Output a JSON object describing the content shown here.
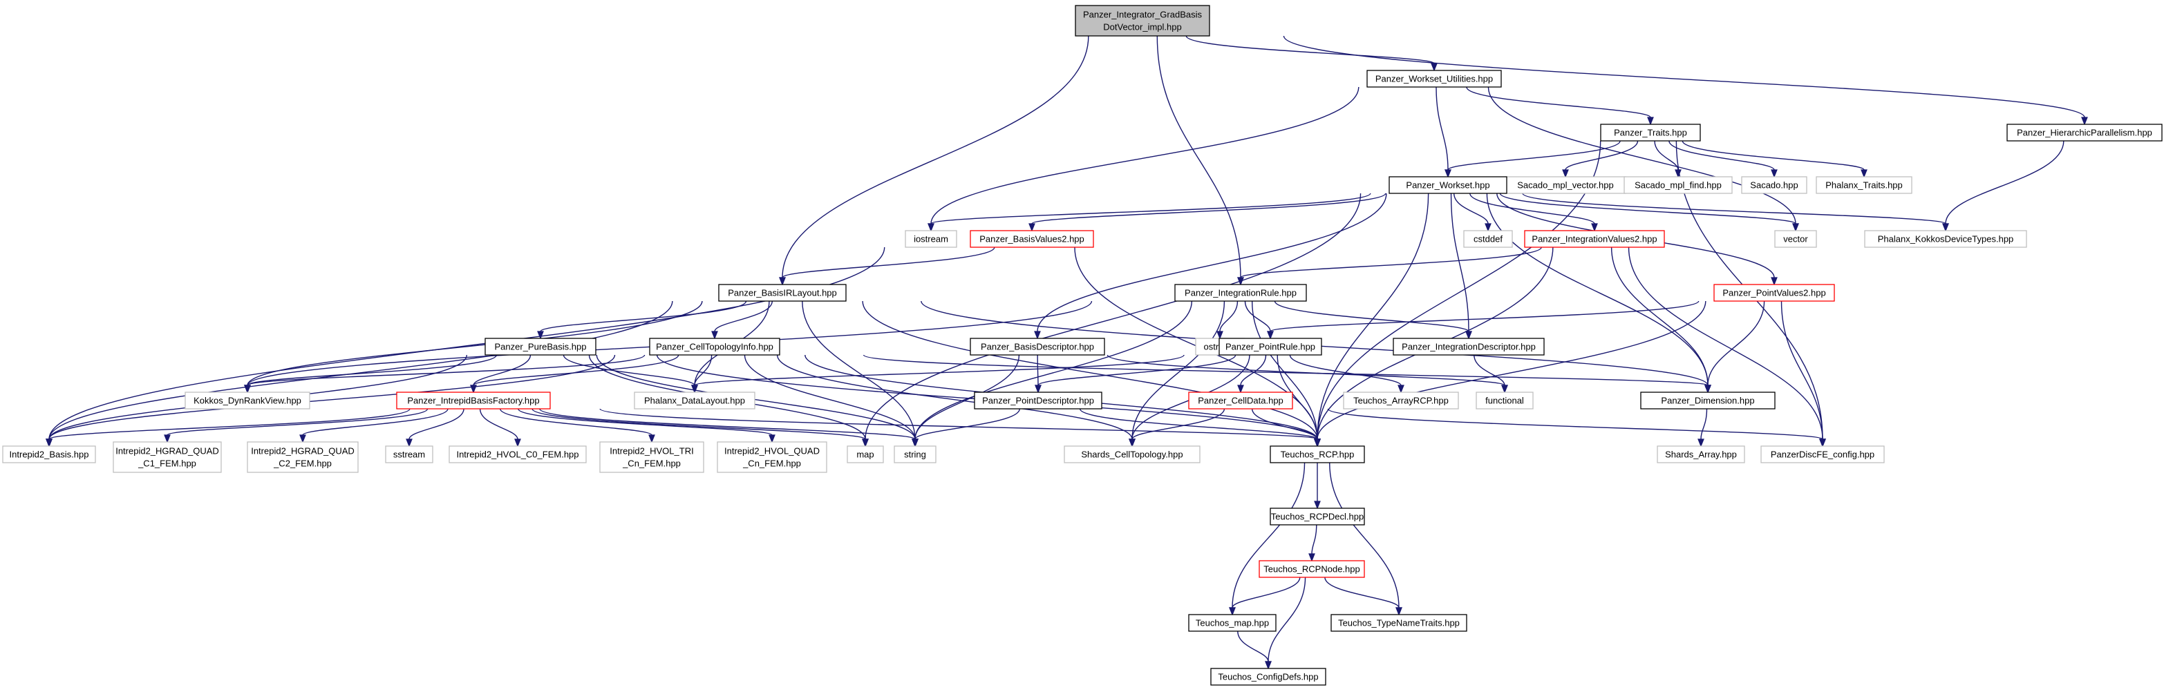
{
  "colors": {
    "edge": "#191970",
    "normal_border": "#000000",
    "external_border": "#bfbfbf",
    "missing_border": "#ff0000",
    "root_fill": "#bfbfbf",
    "node_fill": "#ffffff",
    "text": "#000000"
  },
  "nodes": [
    {
      "id": "root",
      "lines": [
        "Panzer_Integrator_GradBasis",
        "DotVector_impl.hpp"
      ],
      "kind": "root"
    },
    {
      "id": "wu",
      "lines": [
        "Panzer_Workset_Utilities.hpp"
      ],
      "kind": "normal"
    },
    {
      "id": "hp",
      "lines": [
        "Panzer_HierarchicParallelism.hpp"
      ],
      "kind": "normal"
    },
    {
      "id": "traits",
      "lines": [
        "Panzer_Traits.hpp"
      ],
      "kind": "normal"
    },
    {
      "id": "smv",
      "lines": [
        "Sacado_mpl_vector.hpp"
      ],
      "kind": "external"
    },
    {
      "id": "smf",
      "lines": [
        "Sacado_mpl_find.hpp"
      ],
      "kind": "external"
    },
    {
      "id": "sacado",
      "lines": [
        "Sacado.hpp"
      ],
      "kind": "external"
    },
    {
      "id": "phtraits",
      "lines": [
        "Phalanx_Traits.hpp"
      ],
      "kind": "external"
    },
    {
      "id": "workset",
      "lines": [
        "Panzer_Workset.hpp"
      ],
      "kind": "normal"
    },
    {
      "id": "iostream",
      "lines": [
        "iostream"
      ],
      "kind": "external"
    },
    {
      "id": "bv2",
      "lines": [
        "Panzer_BasisValues2.hpp"
      ],
      "kind": "missing"
    },
    {
      "id": "cstddef",
      "lines": [
        "cstddef"
      ],
      "kind": "external"
    },
    {
      "id": "iv2",
      "lines": [
        "Panzer_IntegrationValues2.hpp"
      ],
      "kind": "missing"
    },
    {
      "id": "vector",
      "lines": [
        "vector"
      ],
      "kind": "external"
    },
    {
      "id": "pkdt",
      "lines": [
        "Phalanx_KokkosDeviceTypes.hpp"
      ],
      "kind": "external"
    },
    {
      "id": "birl",
      "lines": [
        "Panzer_BasisIRLayout.hpp"
      ],
      "kind": "normal"
    },
    {
      "id": "ir",
      "lines": [
        "Panzer_IntegrationRule.hpp"
      ],
      "kind": "normal"
    },
    {
      "id": "pv2",
      "lines": [
        "Panzer_PointValues2.hpp"
      ],
      "kind": "missing"
    },
    {
      "id": "pb",
      "lines": [
        "Panzer_PureBasis.hpp"
      ],
      "kind": "normal"
    },
    {
      "id": "cti",
      "lines": [
        "Panzer_CellTopologyInfo.hpp"
      ],
      "kind": "normal"
    },
    {
      "id": "bd",
      "lines": [
        "Panzer_BasisDescriptor.hpp"
      ],
      "kind": "normal"
    },
    {
      "id": "ostream",
      "lines": [
        "ostream"
      ],
      "kind": "external"
    },
    {
      "id": "pr",
      "lines": [
        "Panzer_PointRule.hpp"
      ],
      "kind": "normal"
    },
    {
      "id": "id",
      "lines": [
        "Panzer_IntegrationDescriptor.hpp"
      ],
      "kind": "normal"
    },
    {
      "id": "kdrv",
      "lines": [
        "Kokkos_DynRankView.hpp"
      ],
      "kind": "external"
    },
    {
      "id": "ibf",
      "lines": [
        "Panzer_IntrepidBasisFactory.hpp"
      ],
      "kind": "missing"
    },
    {
      "id": "pdl",
      "lines": [
        "Phalanx_DataLayout.hpp"
      ],
      "kind": "external"
    },
    {
      "id": "pd",
      "lines": [
        "Panzer_PointDescriptor.hpp"
      ],
      "kind": "normal"
    },
    {
      "id": "cd",
      "lines": [
        "Panzer_CellData.hpp"
      ],
      "kind": "missing"
    },
    {
      "id": "tarcp",
      "lines": [
        "Teuchos_ArrayRCP.hpp"
      ],
      "kind": "external"
    },
    {
      "id": "functional",
      "lines": [
        "functional"
      ],
      "kind": "external"
    },
    {
      "id": "dim",
      "lines": [
        "Panzer_Dimension.hpp"
      ],
      "kind": "normal"
    },
    {
      "id": "i2b",
      "lines": [
        "Intrepid2_Basis.hpp"
      ],
      "kind": "external"
    },
    {
      "id": "hq1",
      "lines": [
        "Intrepid2_HGRAD_QUAD",
        "_C1_FEM.hpp"
      ],
      "kind": "external"
    },
    {
      "id": "hq2",
      "lines": [
        "Intrepid2_HGRAD_QUAD",
        "_C2_FEM.hpp"
      ],
      "kind": "external"
    },
    {
      "id": "sstream",
      "lines": [
        "sstream"
      ],
      "kind": "external"
    },
    {
      "id": "hvc0",
      "lines": [
        "Intrepid2_HVOL_C0_FEM.hpp"
      ],
      "kind": "external"
    },
    {
      "id": "hvtri",
      "lines": [
        "Intrepid2_HVOL_TRI",
        "_Cn_FEM.hpp"
      ],
      "kind": "external"
    },
    {
      "id": "hvquad",
      "lines": [
        "Intrepid2_HVOL_QUAD",
        "_Cn_FEM.hpp"
      ],
      "kind": "external"
    },
    {
      "id": "map",
      "lines": [
        "map"
      ],
      "kind": "external"
    },
    {
      "id": "string",
      "lines": [
        "string"
      ],
      "kind": "external"
    },
    {
      "id": "sct",
      "lines": [
        "Shards_CellTopology.hpp"
      ],
      "kind": "external"
    },
    {
      "id": "trcp",
      "lines": [
        "Teuchos_RCP.hpp"
      ],
      "kind": "normal"
    },
    {
      "id": "sa",
      "lines": [
        "Shards_Array.hpp"
      ],
      "kind": "external"
    },
    {
      "id": "pdfe",
      "lines": [
        "PanzerDiscFE_config.hpp"
      ],
      "kind": "external"
    },
    {
      "id": "trcpdecl",
      "lines": [
        "Teuchos_RCPDecl.hpp"
      ],
      "kind": "normal"
    },
    {
      "id": "trcpnode",
      "lines": [
        "Teuchos_RCPNode.hpp"
      ],
      "kind": "missing"
    },
    {
      "id": "tmap",
      "lines": [
        "Teuchos_map.hpp"
      ],
      "kind": "normal"
    },
    {
      "id": "ttnt",
      "lines": [
        "Teuchos_TypeNameTraits.hpp"
      ],
      "kind": "normal"
    },
    {
      "id": "tcd",
      "lines": [
        "Teuchos_ConfigDefs.hpp"
      ],
      "kind": "normal"
    }
  ],
  "edges": [
    [
      "root",
      "wu"
    ],
    [
      "root",
      "hp"
    ],
    [
      "root",
      "birl"
    ],
    [
      "root",
      "ir"
    ],
    [
      "wu",
      "traits"
    ],
    [
      "wu",
      "workset"
    ],
    [
      "wu",
      "iostream"
    ],
    [
      "wu",
      "vector"
    ],
    [
      "hp",
      "pkdt"
    ],
    [
      "traits",
      "smv"
    ],
    [
      "traits",
      "smf"
    ],
    [
      "traits",
      "sacado"
    ],
    [
      "traits",
      "phtraits"
    ],
    [
      "traits",
      "workset"
    ],
    [
      "traits",
      "trcp"
    ],
    [
      "traits",
      "pdfe"
    ],
    [
      "workset",
      "iostream"
    ],
    [
      "workset",
      "bv2"
    ],
    [
      "workset",
      "cstddef"
    ],
    [
      "workset",
      "iv2"
    ],
    [
      "workset",
      "vector"
    ],
    [
      "workset",
      "pkdt"
    ],
    [
      "workset",
      "pv2"
    ],
    [
      "workset",
      "bd"
    ],
    [
      "workset",
      "id"
    ],
    [
      "workset",
      "dim"
    ],
    [
      "workset",
      "map"
    ],
    [
      "workset",
      "trcp"
    ],
    [
      "bv2",
      "birl"
    ],
    [
      "bv2",
      "i2b"
    ],
    [
      "bv2",
      "trcp"
    ],
    [
      "iv2",
      "ir"
    ],
    [
      "iv2",
      "dim"
    ],
    [
      "iv2",
      "trcp"
    ],
    [
      "iv2",
      "pdfe"
    ],
    [
      "birl",
      "pb"
    ],
    [
      "birl",
      "cti"
    ],
    [
      "birl",
      "kdrv"
    ],
    [
      "birl",
      "pdl"
    ],
    [
      "birl",
      "i2b"
    ],
    [
      "birl",
      "string"
    ],
    [
      "birl",
      "dim"
    ],
    [
      "birl",
      "trcp"
    ],
    [
      "ir",
      "pr"
    ],
    [
      "ir",
      "id"
    ],
    [
      "ir",
      "ostream"
    ],
    [
      "ir",
      "kdrv"
    ],
    [
      "ir",
      "string"
    ],
    [
      "ir",
      "sct"
    ],
    [
      "ir",
      "trcp"
    ],
    [
      "pv2",
      "pr"
    ],
    [
      "pv2",
      "dim"
    ],
    [
      "pv2",
      "trcp"
    ],
    [
      "pv2",
      "pdfe"
    ],
    [
      "pb",
      "ibf"
    ],
    [
      "pb",
      "kdrv"
    ],
    [
      "pb",
      "pdl"
    ],
    [
      "pb",
      "i2b"
    ],
    [
      "pb",
      "string"
    ],
    [
      "pb",
      "map"
    ],
    [
      "pb",
      "trcp"
    ],
    [
      "cti",
      "ibf"
    ],
    [
      "cti",
      "kdrv"
    ],
    [
      "cti",
      "pdl"
    ],
    [
      "cti",
      "i2b"
    ],
    [
      "cti",
      "string"
    ],
    [
      "cti",
      "sct"
    ],
    [
      "cti",
      "trcp"
    ],
    [
      "cti",
      "dim"
    ],
    [
      "bd",
      "pd"
    ],
    [
      "bd",
      "functional"
    ],
    [
      "bd",
      "string"
    ],
    [
      "pr",
      "pd"
    ],
    [
      "pr",
      "cd"
    ],
    [
      "pr",
      "tarcp"
    ],
    [
      "pr",
      "pdl"
    ],
    [
      "pr",
      "sct"
    ],
    [
      "pr",
      "trcp"
    ],
    [
      "id",
      "functional"
    ],
    [
      "ibf",
      "i2b"
    ],
    [
      "ibf",
      "hq1"
    ],
    [
      "ibf",
      "hq2"
    ],
    [
      "ibf",
      "sstream"
    ],
    [
      "ibf",
      "hvc0"
    ],
    [
      "ibf",
      "hvtri"
    ],
    [
      "ibf",
      "hvquad"
    ],
    [
      "ibf",
      "map"
    ],
    [
      "ibf",
      "string"
    ],
    [
      "ibf",
      "trcp"
    ],
    [
      "pd",
      "string"
    ],
    [
      "pd",
      "trcp"
    ],
    [
      "cd",
      "sct"
    ],
    [
      "cd",
      "trcp"
    ],
    [
      "cd",
      "pdfe"
    ],
    [
      "dim",
      "sa"
    ],
    [
      "trcp",
      "trcpdecl"
    ],
    [
      "trcp",
      "tmap"
    ],
    [
      "trcp",
      "ttnt"
    ],
    [
      "trcpdecl",
      "trcpnode"
    ],
    [
      "trcpnode",
      "tmap"
    ],
    [
      "trcpnode",
      "ttnt"
    ],
    [
      "trcpnode",
      "tcd"
    ],
    [
      "tmap",
      "tcd"
    ]
  ]
}
